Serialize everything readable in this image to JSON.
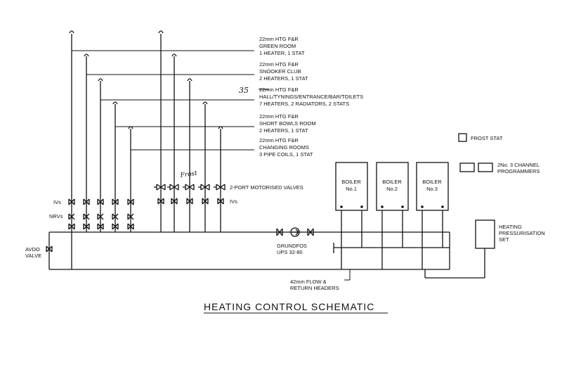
{
  "title": "HEATING CONTROL SCHEMATIC",
  "zones": [
    {
      "lines": [
        "22mm HTG F&R",
        "GREEN ROOM",
        "1 HEATER, 1 STAT"
      ]
    },
    {
      "lines": [
        "22mm HTG F&R",
        "SNOOKER CLUB",
        "2 HEATERS, 1 STAT"
      ]
    },
    {
      "lines": [
        "22mm HTG F&R",
        "HALL/TYNINGS/ENTRANCE/BAR/TOILETS",
        "7 HEATERS, 2 RADIATORS, 2 STATS"
      ]
    },
    {
      "lines": [
        "22mm HTG F&R",
        "SHORT BOWLS ROOM",
        "2 HEATERS, 1 STAT"
      ]
    },
    {
      "lines": [
        "22mm HTG F&R",
        "CHANGING ROOMS",
        "3 PIPE COILS, 1 STAT"
      ]
    }
  ],
  "handwritten": {
    "zone3_size": "35",
    "valve_note": "Frost"
  },
  "labels": {
    "ivs_left": "IVs",
    "nrvs": "NRVs",
    "avdo": [
      "AVDO",
      "VALVE"
    ],
    "motorised": "2-PORT MOTORISED VALVES",
    "ivs_right": "IVs",
    "pump": [
      "GRUNDFOS",
      "UPS 32-80"
    ],
    "headers": [
      "42mm FLOW &",
      "RETURN HEADERS"
    ],
    "frost_stat": "FROST STAT",
    "programmers": [
      "2No. 3 CHANNEL",
      "PROGRAMMERS"
    ],
    "pressurisation": [
      "HEATING",
      "PRESSURISATION",
      "SET"
    ]
  },
  "boilers": [
    {
      "line1": "BOILER",
      "line2": "No.1"
    },
    {
      "line1": "BOILER",
      "line2": "No.2"
    },
    {
      "line1": "BOILER",
      "line2": "No.3"
    }
  ]
}
